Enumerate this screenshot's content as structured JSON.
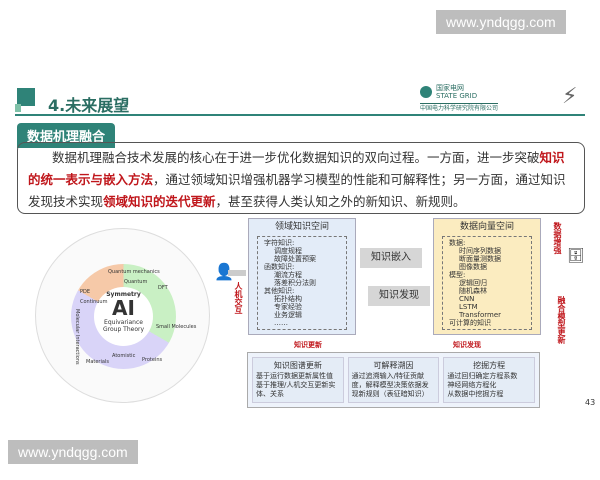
{
  "watermark": "www.yndqgg.com",
  "header": {
    "title": "4.未来展望",
    "logo_name": "国家电网",
    "logo_en": "STATE GRID",
    "logo_org": "中国电力科学研究院有限公司"
  },
  "section": "数据机理融合",
  "paragraph": {
    "p1": "数据机理融合技术发展的核心在于进一步优化数据知识的双向过程。一方面，进一步突破",
    "h1": "知识的统一表示与嵌入方法",
    "p2": "，通过领域知识增强机器学习模型的性能和可解释性；另一方面，通过知识发现技术实现",
    "h2": "领域知识的迭代更新",
    "p3": "，甚至获得人类认知之外的新知识、新规则。"
  },
  "wheel": {
    "center": "AI",
    "center_words": [
      "Symmetry",
      "Equivariance",
      "Group Theory"
    ],
    "segments": [
      "PDE",
      "Continuum",
      "Quantum mechanics",
      "Quantum",
      "DFT",
      "Small Molecules",
      "Proteins",
      "Atomistic",
      "Materials",
      "Molecular Interactions"
    ]
  },
  "human_interaction": "人机交互",
  "domain_space": {
    "title": "领域知识空间",
    "groups": [
      {
        "label": "字符知识:",
        "items": [
          "调度规程",
          "故障处置预案"
        ]
      },
      {
        "label": "函数知识:",
        "items": [
          "潮流方程",
          "落差积分法则"
        ]
      },
      {
        "label": "其他知识:",
        "items": [
          "拓扑结构",
          "专家经验",
          "业务逻辑",
          "……"
        ]
      }
    ]
  },
  "arrows": {
    "embed": "知识嵌入",
    "discover": "知识发现",
    "update": "知识更新",
    "discover2": "知识发现"
  },
  "vector_space": {
    "title": "数据向量空间",
    "groups": [
      {
        "label": "数据:",
        "items": [
          "时间序列数据",
          "断面量测数据",
          "图像数据"
        ]
      },
      {
        "label": "模型:",
        "items": [
          "逻辑回归",
          "随机森林",
          "CNN",
          "LSTM",
          "Transformer"
        ]
      },
      {
        "label": "可计算的知识",
        "items": []
      }
    ]
  },
  "right": {
    "data_enhance": "数据增强",
    "model_update": "融合模型更新"
  },
  "bottom": [
    {
      "title": "知识图谱更新",
      "items": [
        "基于运行数据更新属性值",
        "基于推理/人机交互更新实体、关系"
      ]
    },
    {
      "title": "可解释溯因",
      "items": [
        "通过追溯输入/特征贡献度，解释模型决策依据发现新规则（表征暗知识）"
      ]
    },
    {
      "title": "挖掘方程",
      "items": [
        "通过回归确定方程系数",
        "神经网络方程化",
        "从数据中挖掘方程"
      ]
    }
  ],
  "page_number": "43"
}
